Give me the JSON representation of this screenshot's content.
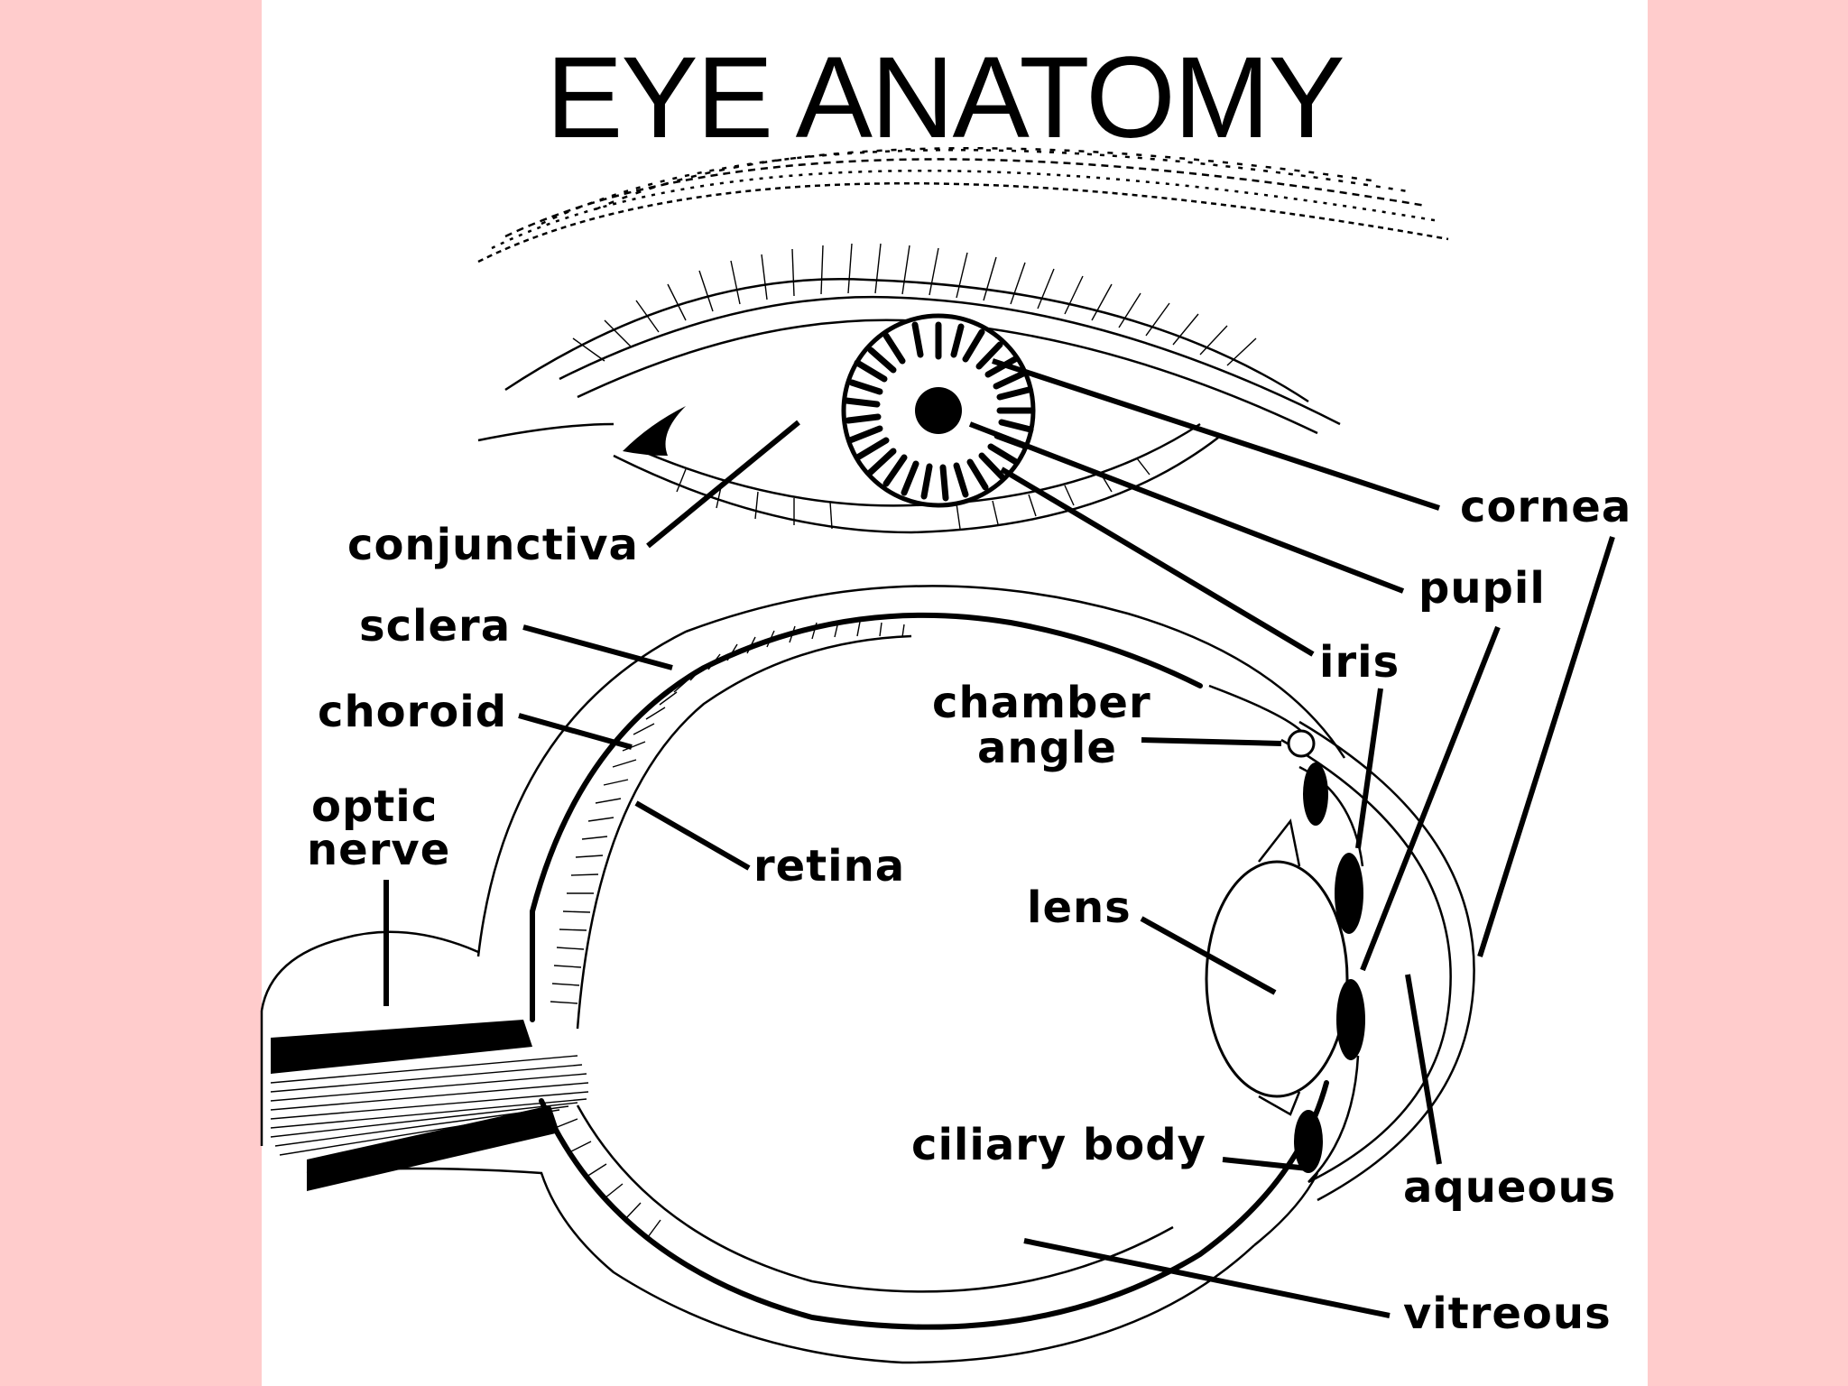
{
  "title": "EYE ANATOMY",
  "labels": {
    "conjunctiva": "conjunctiva",
    "sclera": "sclera",
    "choroid": "choroid",
    "optic_nerve_1": "optic",
    "optic_nerve_2": "nerve",
    "retina": "retina",
    "chamber_angle_1": "chamber",
    "chamber_angle_2": "angle",
    "lens": "lens",
    "ciliary_body": "ciliary body",
    "cornea": "cornea",
    "pupil": "pupil",
    "iris": "iris",
    "aqueous": "aqueous",
    "vitreous": "vitreous"
  },
  "colors": {
    "background": "#ffcccc",
    "panel": "#ffffff",
    "ink": "#000000"
  }
}
